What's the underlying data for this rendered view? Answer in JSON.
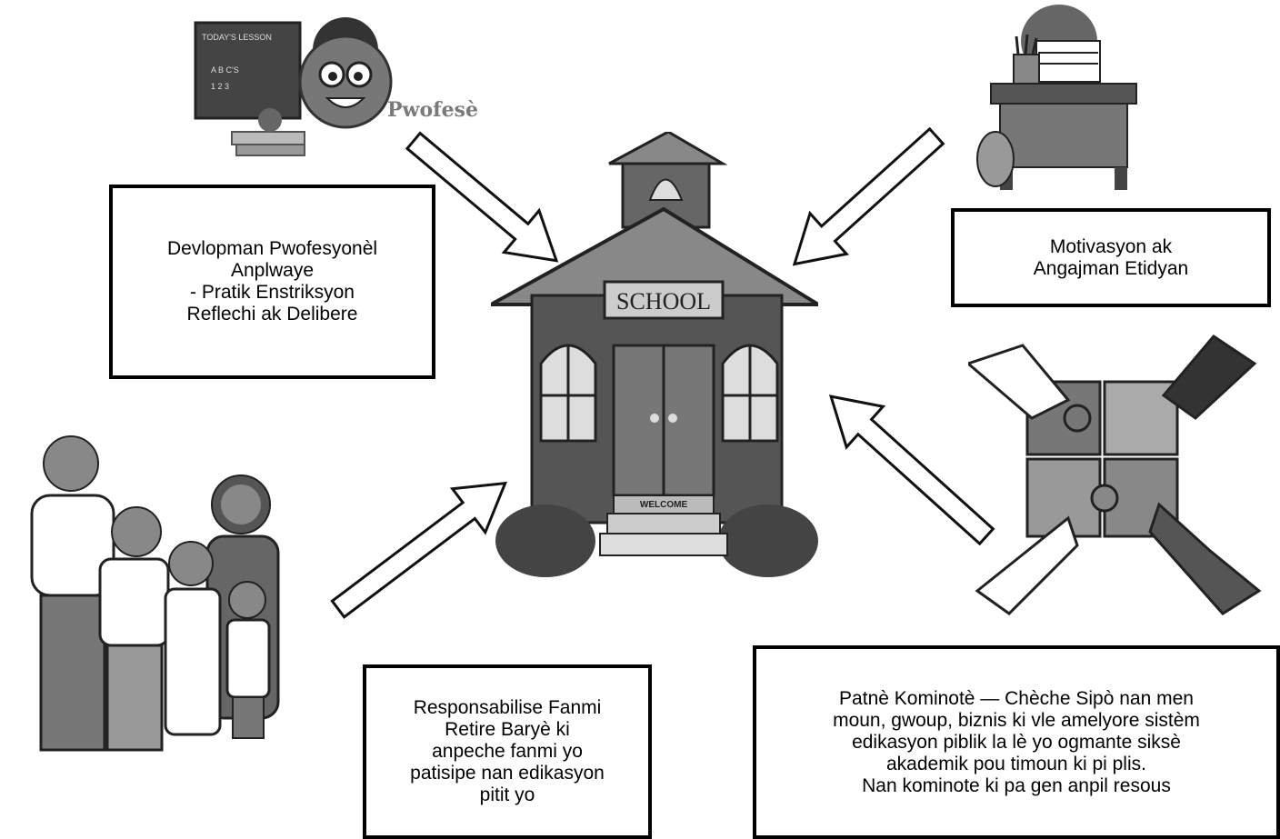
{
  "teacher": {
    "label": "Pwofesè",
    "board_lines": [
      "TODAY'S LESSON",
      "A B C'S",
      "1 2 3"
    ]
  },
  "school": {
    "sign": "SCHOOL",
    "mat": "WELCOME"
  },
  "boxes": {
    "professional_development": {
      "lines": [
        "Devlopman Pwofesyonèl",
        "Anplwaye",
        "- Pratik Enstriksyon",
        "Reflechi ak Delibere"
      ]
    },
    "student_motivation": {
      "lines": [
        "Motivasyon ak",
        "Angajman Etidyan"
      ]
    },
    "family": {
      "lines": [
        "Responsabilise Fanmi",
        "Retire Baryè ki",
        "anpeche fanmi yo",
        "patisipe nan edikasyon",
        "pitit yo"
      ]
    },
    "community": {
      "lines": [
        "Patnè Kominotè — Chèche Sipò nan men",
        "moun, gwoup, biznis ki vle amelyore sistèm",
        "edikasyon piblik la lè yo ogmante siksè",
        "akademik pou timoun ki pi plis.",
        "Nan kominote ki pa gen anpil resous"
      ]
    }
  }
}
